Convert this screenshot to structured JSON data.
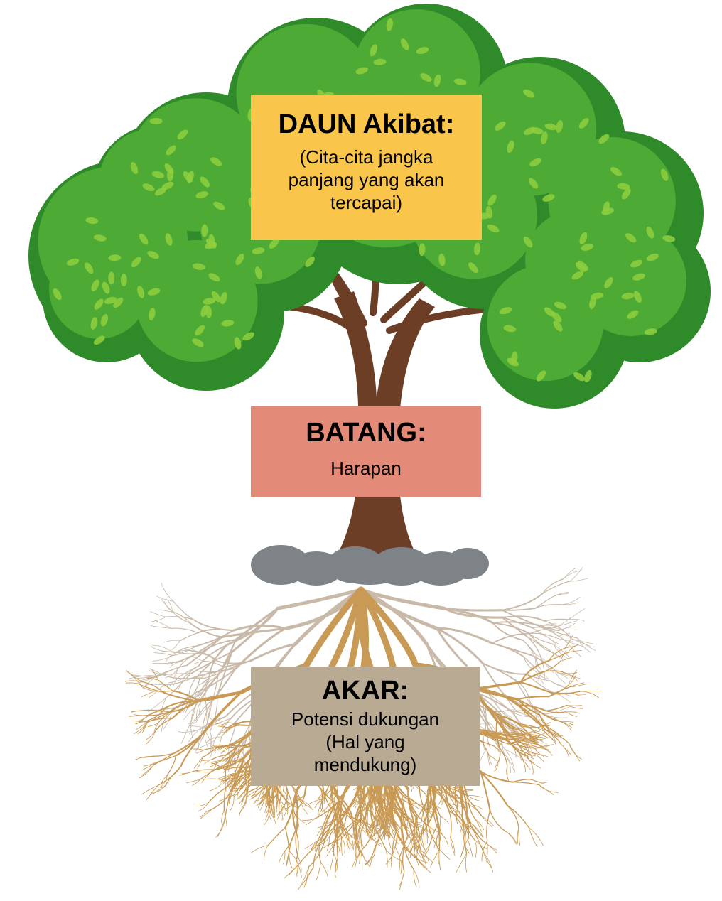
{
  "colors": {
    "leaf_dark": "#2f8a2a",
    "leaf_mid": "#4caa35",
    "leaf_light": "#8fcf3e",
    "trunk": "#6b3e25",
    "root": "#c89a55",
    "root_pale": "#c9b9a8",
    "stone": "#7d8387",
    "daun_box": "#f9c54a",
    "batang_box": "#e38a78",
    "akar_box": "#b9aa94"
  },
  "daun": {
    "title": "DAUN Akibat:",
    "body": "(Cita-cita jangka\npanjang yang akan\ntercapai)"
  },
  "batang": {
    "title": "BATANG:",
    "body": "Harapan"
  },
  "akar": {
    "title": "AKAR:",
    "body": "Potensi dukungan\n(Hal yang\nmendukung)"
  }
}
